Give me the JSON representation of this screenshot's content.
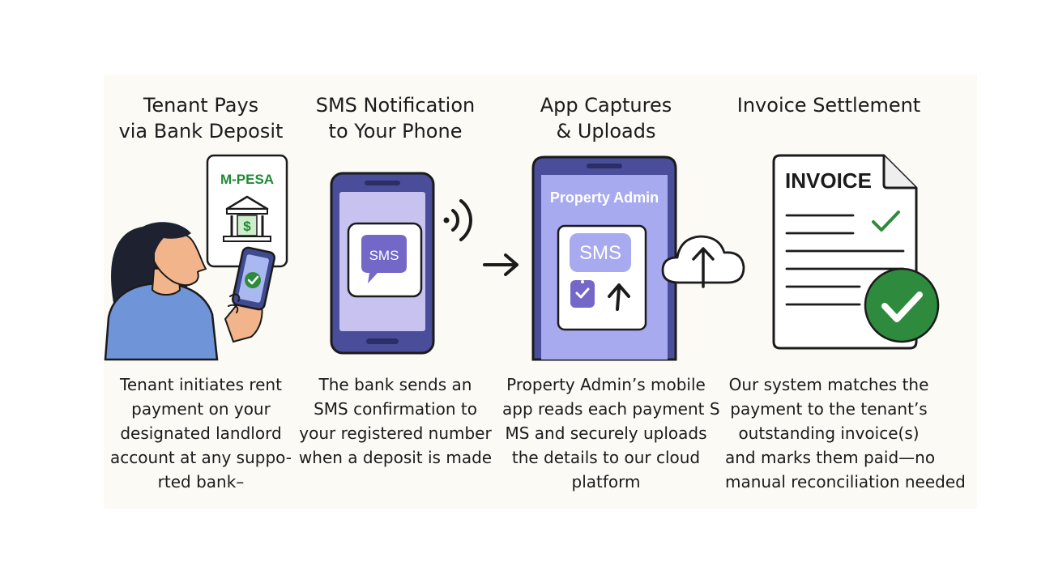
{
  "steps": [
    {
      "title_lines": [
        "Tenant Pays",
        "via Bank Deposit"
      ],
      "desc_lines": [
        "Tenant initiates rent",
        "payment on your",
        "designated landlord",
        "account at any suppo-",
        "rted bank–"
      ],
      "badge": "M-PESA",
      "bank_symbol": "$",
      "icons": [
        "person-icon",
        "bank-icon",
        "phone-icon",
        "check-icon"
      ]
    },
    {
      "title_lines": [
        "SMS Notification",
        "to Your Phone"
      ],
      "desc_lines": [
        "The bank sends an",
        "SMS confirmation to",
        "your registered number",
        "when a deposit is made"
      ],
      "sms_label": "SMS",
      "icons": [
        "phone-icon",
        "sms-bubble-icon",
        "signal-waves-icon"
      ]
    },
    {
      "title_lines": [
        "App Captures",
        "& Uploads"
      ],
      "desc_lines": [
        "Property Admin’s mobile",
        "app reads each payment S",
        "MS and securely uploads",
        "the details to our cloud",
        "platform"
      ],
      "app_name": "Property Admin",
      "sms_label": "SMS",
      "icons": [
        "phone-icon",
        "check-icon",
        "upload-arrow-icon",
        "cloud-upload-icon"
      ]
    },
    {
      "title_lines": [
        "Invoice Settlement"
      ],
      "desc_lines": [
        "Our system matches the",
        "payment to the tenant’s",
        "outstanding invoice(s)",
        "and marks them paid—no",
        "manual reconciliation needed"
      ],
      "doc_label": "INVOICE",
      "icons": [
        "invoice-document-icon",
        "check-icon",
        "paid-check-badge-icon"
      ]
    }
  ],
  "colors": {
    "panel_bg": "#fbfaf5",
    "phone_frame": "#4a4d9a",
    "phone_screen": "#b6b3ec",
    "sms_bubble": "#7367c8",
    "mpesa_green": "#1e8a34",
    "check_green": "#2e8b3d",
    "shirt_blue": "#6f94d8",
    "skin": "#f2b48a",
    "hair": "#1e2230",
    "ink": "#1b1b1b"
  }
}
